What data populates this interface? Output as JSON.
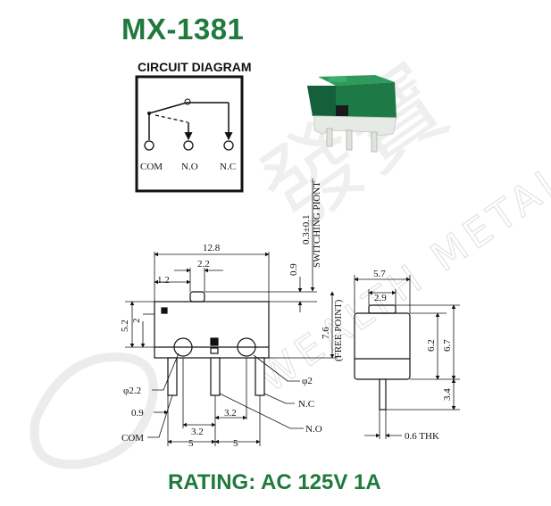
{
  "title": "MX-1381",
  "rating": "RATING: AC 125V 1A",
  "watermark": {
    "brand_cn": "發寶",
    "brand_en": "WEALTH METAL"
  },
  "circuit": {
    "heading": "CIRCUIT DIAGRAM",
    "terminals": [
      "COM",
      "N.O",
      "N.C"
    ]
  },
  "side_view": {
    "width": "12.8",
    "pin_pitch_label": "2.2",
    "left_offset": "1.2",
    "pretravel": "0.9",
    "switching_tolerance": "0.3±0.1",
    "switching_label": "SWITCHING PIONT",
    "free_height": "7.6",
    "free_label": "(FREE POINT)",
    "body_height": "5.2",
    "mount_height": "2",
    "hole_small": "φ2.2",
    "hole_large": "φ2",
    "pin_left_offset": "0.9",
    "pin_spacing": [
      "3.2",
      "3.2"
    ],
    "pin_pitch": [
      "5",
      "5"
    ],
    "pins": [
      "COM",
      "N.C",
      "N.O"
    ]
  },
  "end_view": {
    "width": "5.7",
    "plunger_width": "2.9",
    "body_height_a": "6.2",
    "body_height_b": "6.7",
    "pin_length": "3.4",
    "thickness": "0.6 THK"
  },
  "colors": {
    "brand": "#1f7a3c",
    "switch_body": "#1d7a46",
    "base": "#e6eae4",
    "watermark": "#e9e9e9"
  }
}
